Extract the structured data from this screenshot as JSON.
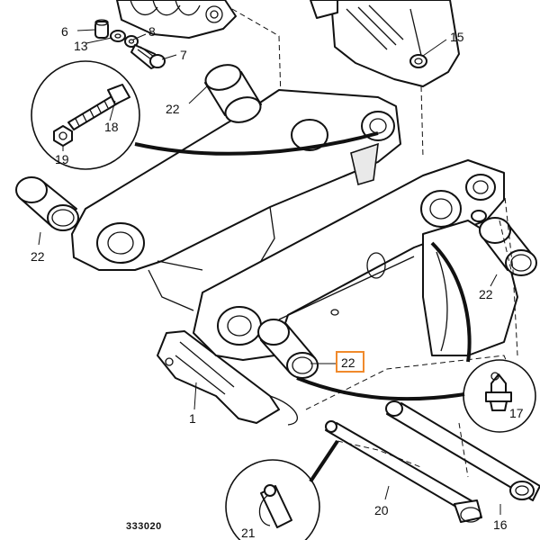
{
  "labels": {
    "l6": "6",
    "l13": "13",
    "l8": "8",
    "l7": "7",
    "l15": "15",
    "l22a": "22",
    "l18": "18",
    "l19": "19",
    "l22b": "22",
    "l22c": "22",
    "l22d": "22",
    "l17": "17",
    "l1": "1",
    "l20": "20",
    "l16": "16",
    "l21": "21"
  },
  "reference": "333020",
  "colors": {
    "line": "#111111",
    "background": "#ffffff",
    "highlight": "#f08a2c"
  }
}
